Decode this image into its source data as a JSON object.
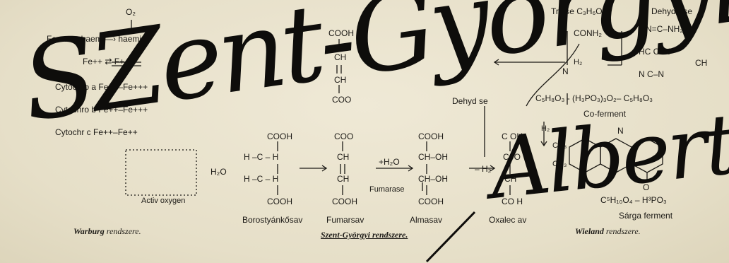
{
  "warburg": {
    "o2": "O₂",
    "ferment_haem": "Ferment-haem —› haemin",
    "fe_pair": "Fe++ ⇄ F+ +",
    "cyt_a": "Cytochro   a Fe++–Fe+++",
    "cyt_b": "Cytochro   b Fe++–Fe+++",
    "cyt_c": "Cytochr   c Fe++–Fe++",
    "h2o": "H₂O",
    "activ_oxygen": "Activ  oxygen",
    "caption_name": "Warburg",
    "caption_rest": "rendszere."
  },
  "szent": {
    "cooh_top": "COOH",
    "ch1": "CH",
    "ch2": "CH",
    "coo_top": "COO",
    "succ_cooh": "COOH",
    "succ_h1": "H –C – H",
    "succ_h2": "H –C – H",
    "succ_cooh_b": "COOH",
    "fum_cooh": "COO",
    "fum_ch1": "CH",
    "fum_ch2": "CH",
    "fum_cooh_b": "COOH",
    "plus_h2o": "+H₂O",
    "fumarase": "Fumarase",
    "mal_cooh": "COOH",
    "mal_choh1": "CH–OH",
    "mal_choh2": "CH–OH",
    "mal_cooh_b": "COOH",
    "dehydrase": "Dehyd  se",
    "minus_h2": "– H₂",
    "oxal_cooh": "C  OH",
    "oxal_co": "C=O",
    "oxal_ch": "CH",
    "oxal_cooh_b": "CO H",
    "label_succinic": "Borostyánkősav",
    "label_fumaric": "Fumarsav",
    "label_malic": "Almasav",
    "label_oxal": "Oxalec  av",
    "caption": "Szent-Györgyi rendszere."
  },
  "wieland": {
    "triose": "Triose C₃H₆O₃",
    "dehydrase": "Dehydrase",
    "conh2": "CONH₂",
    "h2": "H₂",
    "n_label": "N",
    "ring_top": "N=C–NH₂",
    "ring_hc": "HC   C–N",
    "ring_n": "N    C–N",
    "ring_ch": "CH",
    "formula": "C₅H₈O₃ - (H₃PO₃)₃O₂– C₅H₈O₃",
    "coferment": "Co-ferment",
    "h2b": "H₂",
    "n2": "N",
    "ch3a": "CH₃",
    "ch3b": "CH₃",
    "o": "O",
    "bottom_formula": "C⁵H₁₀O₄ – H³PO₃",
    "sarga": "Sárga ferment",
    "caption_name": "Wieland",
    "caption_rest": "rendszere."
  },
  "signature": {
    "line1": "SZent-Györgyi",
    "line2": "Albert"
  }
}
